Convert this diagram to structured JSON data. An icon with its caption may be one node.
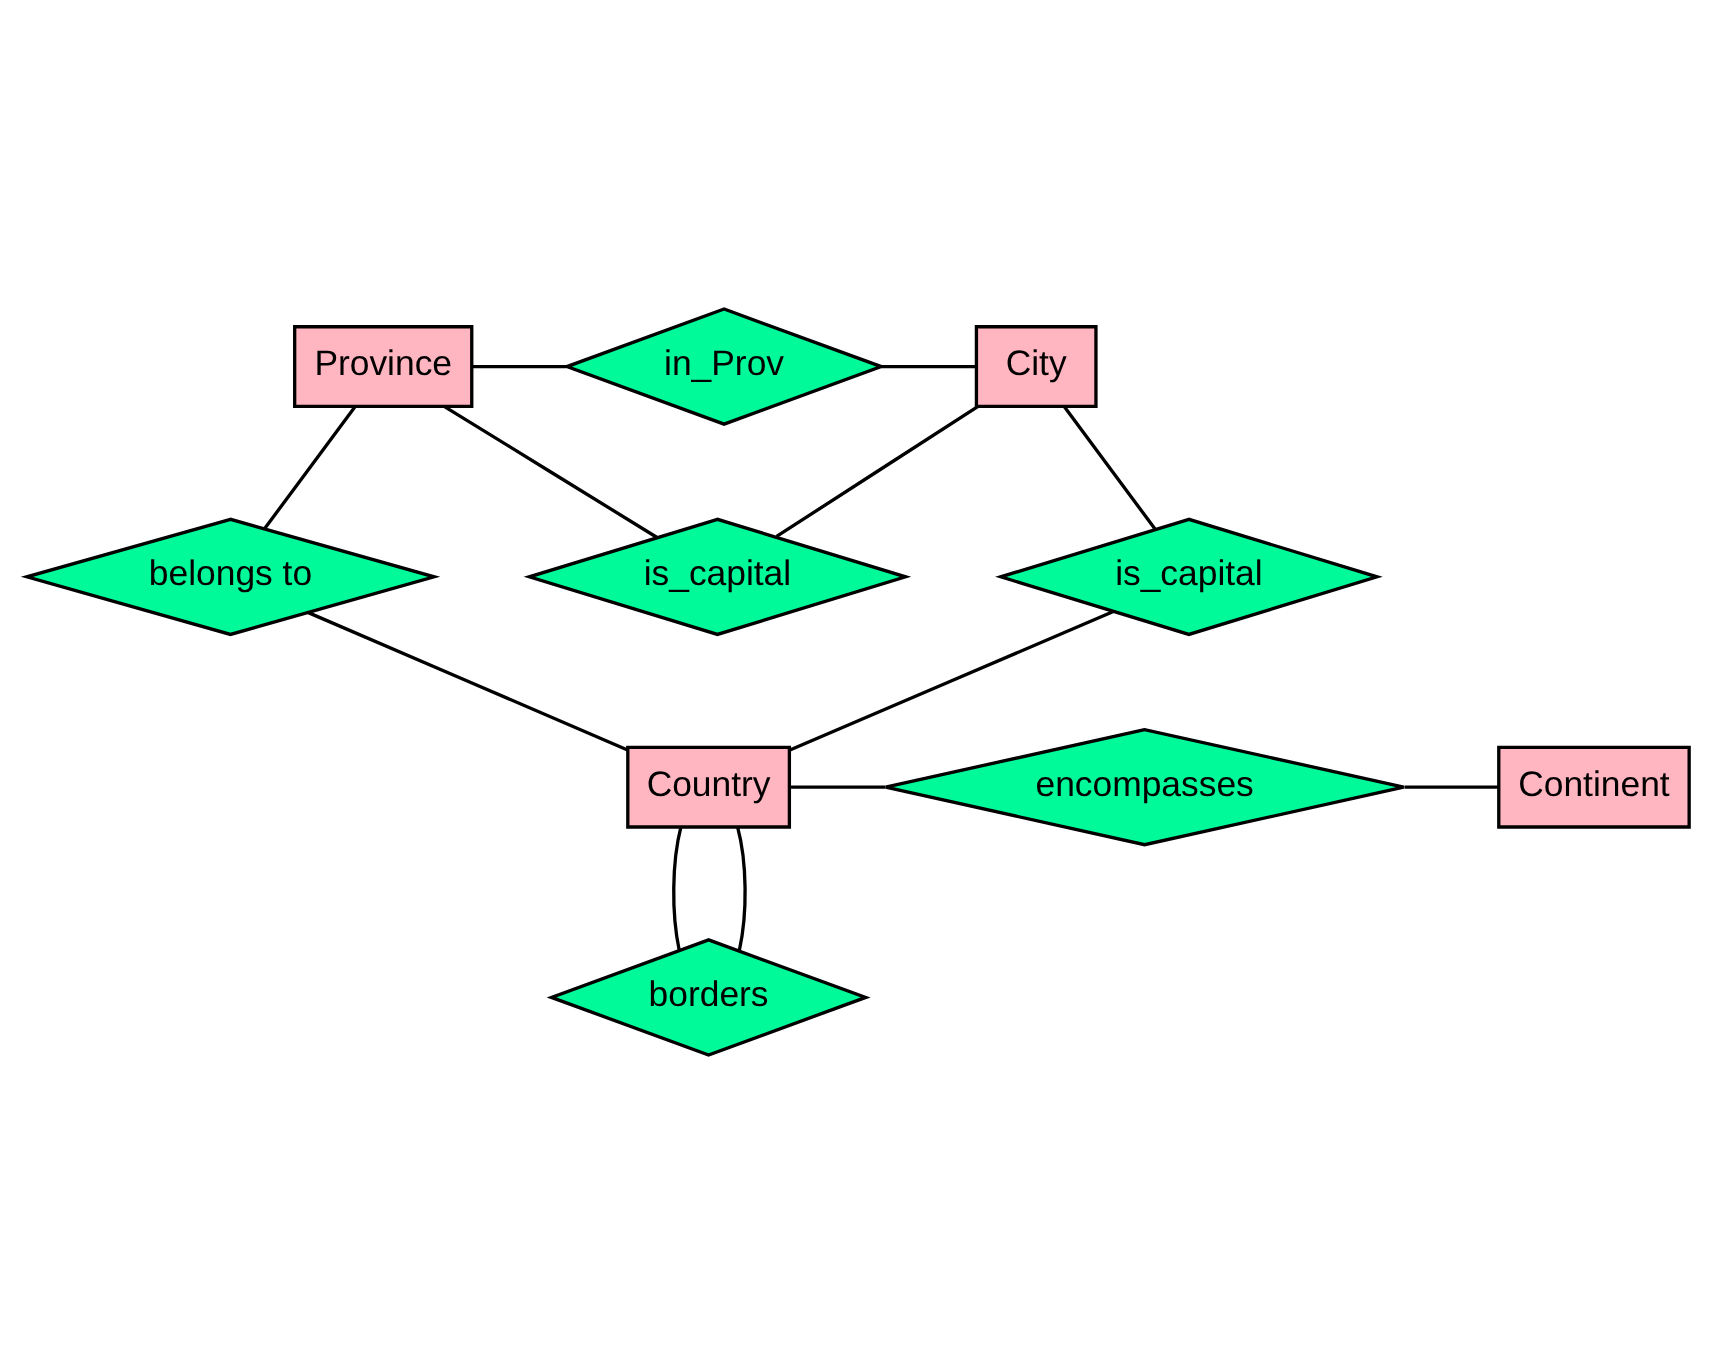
{
  "diagram": {
    "nodes": [
      {
        "text": [
          "Province"
        ]
      },
      {
        "text": [
          "is_capital"
        ]
      },
      {
        "text": [
          "in_Prov"
        ]
      },
      {
        "text": [
          "City"
        ]
      },
      {
        "text": [
          "belongs to"
        ]
      },
      {
        "text": [
          "is_capital"
        ]
      },
      {
        "text": [
          "Country"
        ]
      },
      {
        "text": [
          "encompasses"
        ]
      },
      {
        "text": [
          "Continent"
        ]
      },
      {
        "text": [
          "borders"
        ]
      }
    ],
    "edges": [
      {
        "from": 0,
        "to": 1,
        "arrow": "none"
      },
      {
        "from": 1,
        "to": 3,
        "arrow": "none"
      },
      {
        "from": 0,
        "to": 2,
        "arrow": "none"
      },
      {
        "from": 2,
        "to": 3,
        "arrow": "none"
      },
      {
        "from": 0,
        "to": 4,
        "arrow": "none"
      },
      {
        "from": 4,
        "to": 6,
        "arrow": "none"
      },
      {
        "from": 3,
        "to": 5,
        "arrow": "none"
      },
      {
        "from": 5,
        "to": 6,
        "arrow": "none"
      },
      {
        "from": 6,
        "to": 7,
        "arrow": "none"
      },
      {
        "from": 7,
        "to": 8,
        "arrow": "none"
      },
      {
        "from": 6,
        "to": 9,
        "arrow": "none"
      },
      {
        "from": 6,
        "to": 9,
        "arrow": "none"
      }
    ]
  }
}
